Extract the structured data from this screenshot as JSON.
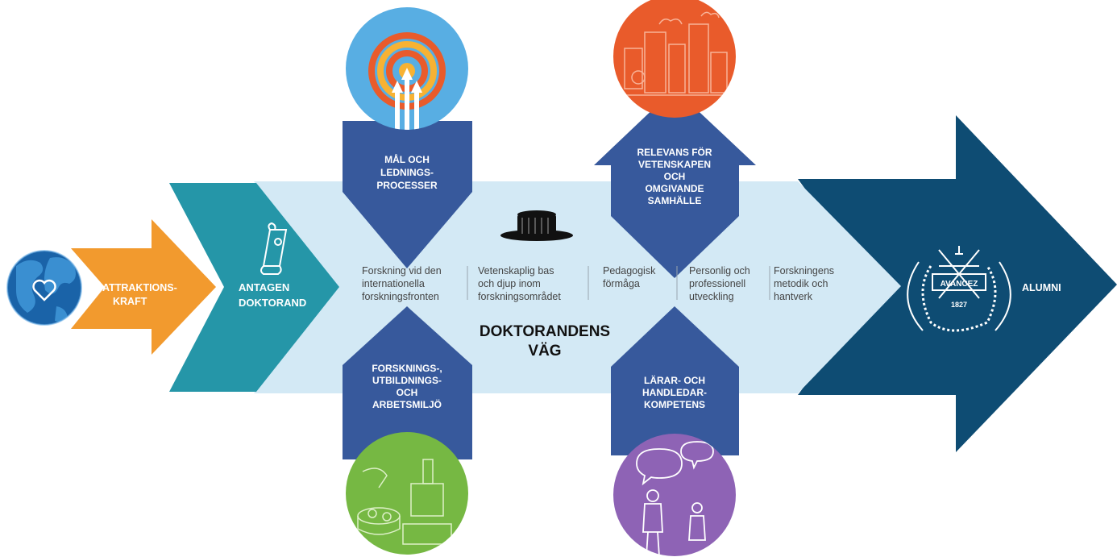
{
  "colors": {
    "attraction": "#F29A2E",
    "admitted": "#2596A8",
    "path": "#D3E9F5",
    "influence": "#37599C",
    "alumni": "#0E4C73",
    "earth": "#1A63A8",
    "target_bg": "#58AEE3",
    "city_bg": "#E95B2B",
    "lab_bg": "#76B843",
    "people_bg": "#8E63B5"
  },
  "nodes": {
    "attraction": {
      "icon": "globe-heart-icon",
      "label": [
        "ATTRAKTIONS-",
        "KRAFT"
      ]
    },
    "admitted": {
      "icon": "diploma-scroll-icon",
      "label": [
        "ANTAGEN",
        "DOKTORAND"
      ]
    },
    "path": {
      "icon": "doctoral-hat-icon",
      "title": [
        "DOKTORANDENS",
        "VÄG"
      ],
      "components": [
        {
          "lines": [
            "Forskning vid den",
            "internationella",
            "forskningsfronten"
          ]
        },
        {
          "lines": [
            "Vetenskaplig bas",
            "och djup inom",
            "forskningsområdet"
          ]
        },
        {
          "lines": [
            "Pedagogisk",
            "förmåga"
          ]
        },
        {
          "lines": [
            "Personlig och",
            "professionell",
            "utveckling"
          ]
        },
        {
          "lines": [
            "Forskningens",
            "metodik och",
            "hantverk"
          ]
        }
      ]
    },
    "alumni": {
      "icon": "kth-seal-icon",
      "label": "ALUMNI",
      "seal_motto": "AVANCEZ",
      "seal_year": "1827"
    }
  },
  "influences": [
    {
      "icon": "target-arrows-icon",
      "label": [
        "MÅL OCH",
        "LEDNINGS-",
        "PROCESSER"
      ]
    },
    {
      "icon": "city-icon",
      "label": [
        "RELEVANS FÖR",
        "VETENSKAPEN",
        "OCH",
        "OMGIVANDE",
        "SAMHÄLLE"
      ]
    },
    {
      "icon": "lab-equipment-icon",
      "label": [
        "FORSKNINGS-,",
        "UTBILDNINGS-",
        "OCH",
        "ARBETSMILJÖ"
      ]
    },
    {
      "icon": "people-speech-icon",
      "label": [
        "LÄRAR- OCH",
        "HANDLEDAR-",
        "KOMPETENS"
      ]
    }
  ]
}
